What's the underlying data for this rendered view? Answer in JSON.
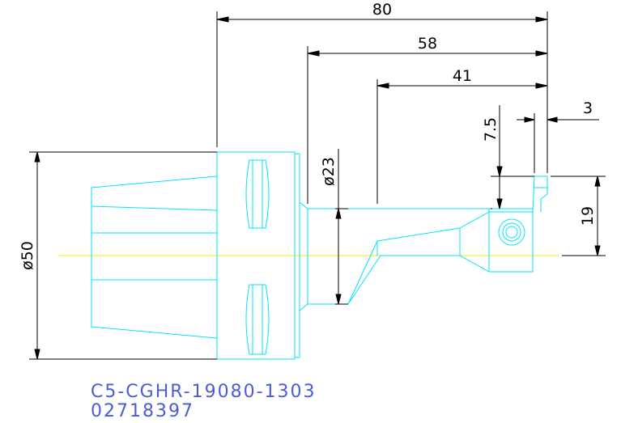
{
  "dimensions": {
    "overall_length": "80",
    "tool_length": "58",
    "bar_length": "41",
    "insert_width": "3",
    "insert_height": "7.5",
    "bar_diameter": "ø23",
    "shank_diameter": "ø50",
    "center_height": "19"
  },
  "caption": {
    "part_number": "C5-CGHR-19080-1303",
    "order_number": "02718397"
  },
  "colors": {
    "part_outline": "#00e5ff",
    "center_line": "#f2f200",
    "dimension_line": "#000000",
    "caption_text": "#4b5cd6"
  }
}
